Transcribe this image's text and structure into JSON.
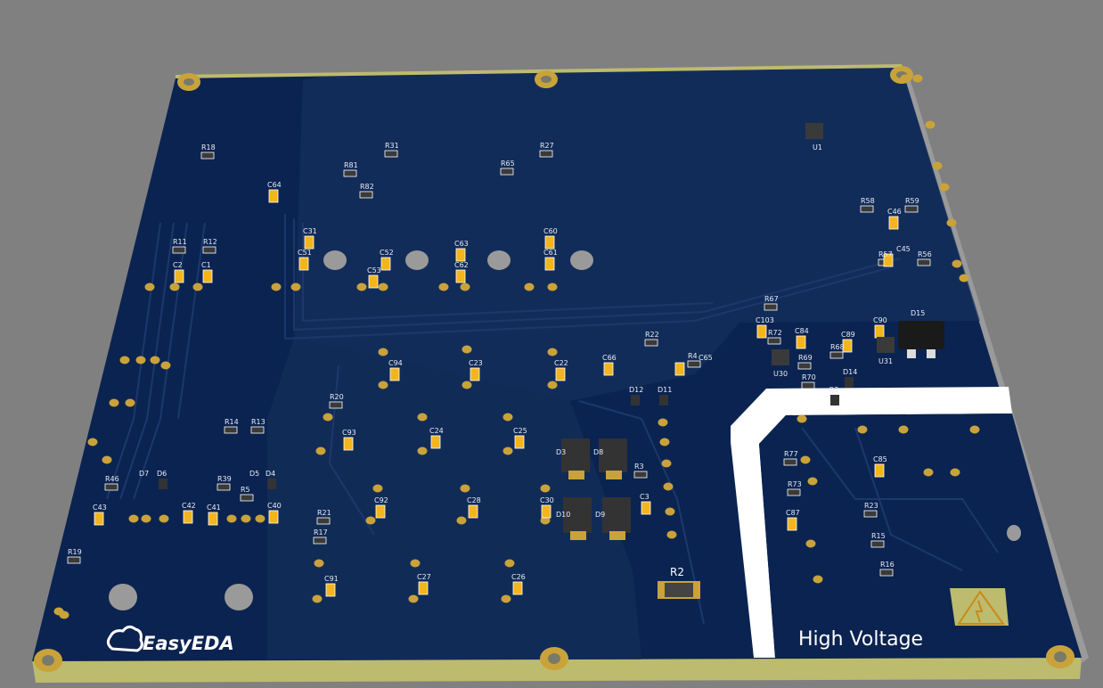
{
  "viewer": {
    "background_color": "#808080",
    "board_color": "#0b2350",
    "copper_pour_color": "#16305c",
    "edge_color": "#bdbb6e",
    "pad_color": "#c9a33a",
    "silkscreen_color": "#ffffff"
  },
  "logo": {
    "text": "EasyEDA",
    "icon": "cloud-logo-icon"
  },
  "warning": {
    "label": "High Voltage",
    "icon": "high-voltage-warning-icon"
  },
  "components": {
    "resistors": [
      {
        "ref": "R2"
      },
      {
        "ref": "R3"
      },
      {
        "ref": "R4"
      },
      {
        "ref": "R5"
      },
      {
        "ref": "R11"
      },
      {
        "ref": "R12"
      },
      {
        "ref": "R13"
      },
      {
        "ref": "R14"
      },
      {
        "ref": "R15"
      },
      {
        "ref": "R16"
      },
      {
        "ref": "R17"
      },
      {
        "ref": "R18"
      },
      {
        "ref": "R19"
      },
      {
        "ref": "R20"
      },
      {
        "ref": "R21"
      },
      {
        "ref": "R22"
      },
      {
        "ref": "R23"
      },
      {
        "ref": "R27"
      },
      {
        "ref": "R31"
      },
      {
        "ref": "R39"
      },
      {
        "ref": "R46"
      },
      {
        "ref": "R56"
      },
      {
        "ref": "R57"
      },
      {
        "ref": "R58"
      },
      {
        "ref": "R59"
      },
      {
        "ref": "R65"
      },
      {
        "ref": "R67"
      },
      {
        "ref": "R68"
      },
      {
        "ref": "R69"
      },
      {
        "ref": "R70"
      },
      {
        "ref": "R72"
      },
      {
        "ref": "R73"
      },
      {
        "ref": "R77"
      },
      {
        "ref": "R81"
      },
      {
        "ref": "R82"
      }
    ],
    "capacitors": [
      {
        "ref": "C1"
      },
      {
        "ref": "C2"
      },
      {
        "ref": "C3"
      },
      {
        "ref": "C22"
      },
      {
        "ref": "C23"
      },
      {
        "ref": "C24"
      },
      {
        "ref": "C25"
      },
      {
        "ref": "C26"
      },
      {
        "ref": "C27"
      },
      {
        "ref": "C28"
      },
      {
        "ref": "C30"
      },
      {
        "ref": "C31"
      },
      {
        "ref": "C40"
      },
      {
        "ref": "C41"
      },
      {
        "ref": "C42"
      },
      {
        "ref": "C43"
      },
      {
        "ref": "C45"
      },
      {
        "ref": "C46"
      },
      {
        "ref": "C51"
      },
      {
        "ref": "C52"
      },
      {
        "ref": "C53"
      },
      {
        "ref": "C60"
      },
      {
        "ref": "C61"
      },
      {
        "ref": "C62"
      },
      {
        "ref": "C63"
      },
      {
        "ref": "C64"
      },
      {
        "ref": "C65"
      },
      {
        "ref": "C66"
      },
      {
        "ref": "C84"
      },
      {
        "ref": "C85"
      },
      {
        "ref": "C87"
      },
      {
        "ref": "C89"
      },
      {
        "ref": "C90"
      },
      {
        "ref": "C91"
      },
      {
        "ref": "C92"
      },
      {
        "ref": "C93"
      },
      {
        "ref": "C94"
      },
      {
        "ref": "C103"
      }
    ],
    "diodes": [
      {
        "ref": "D3"
      },
      {
        "ref": "D4"
      },
      {
        "ref": "D5"
      },
      {
        "ref": "D6"
      },
      {
        "ref": "D7"
      },
      {
        "ref": "D8"
      },
      {
        "ref": "D9"
      },
      {
        "ref": "D10"
      },
      {
        "ref": "D11"
      },
      {
        "ref": "D12"
      },
      {
        "ref": "D14"
      },
      {
        "ref": "D15"
      }
    ],
    "ics": [
      {
        "ref": "U30"
      },
      {
        "ref": "U31"
      },
      {
        "ref": "U1"
      }
    ],
    "transistors": [
      {
        "ref": "Q3"
      }
    ]
  }
}
